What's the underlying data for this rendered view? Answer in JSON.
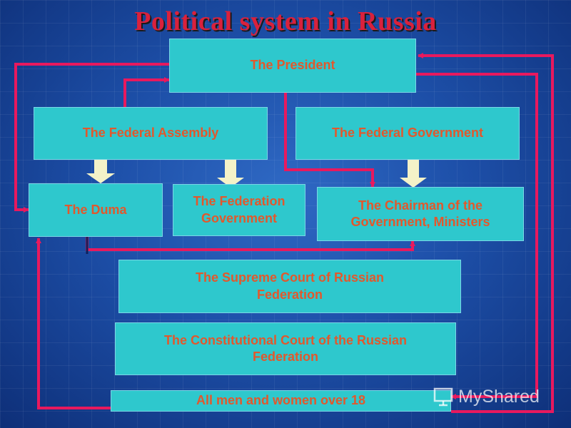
{
  "title": "Political system in Russia",
  "colors": {
    "background": "#1d4fa8",
    "box_fill": "#2ec8cd",
    "box_text": "#e2582c",
    "arrow": "#e8195e",
    "block_arrow": "#f4f2c8",
    "title": "#d9213c"
  },
  "nodes": {
    "president": "The President",
    "federal_assembly": "The Federal Assembly",
    "federal_government": "The Federal Government",
    "duma": "The Duma",
    "federation_government": "The Federation Government",
    "chairman": "The Chairman of the Government, Ministers",
    "supreme_court": "The Supreme Court of Russian Federation",
    "constitutional_court": "The Constitutional Court of the Russian Federation",
    "voters": "All men and women over 18"
  },
  "watermark": {
    "text": "MyShared",
    "icon": "presentation-icon"
  }
}
